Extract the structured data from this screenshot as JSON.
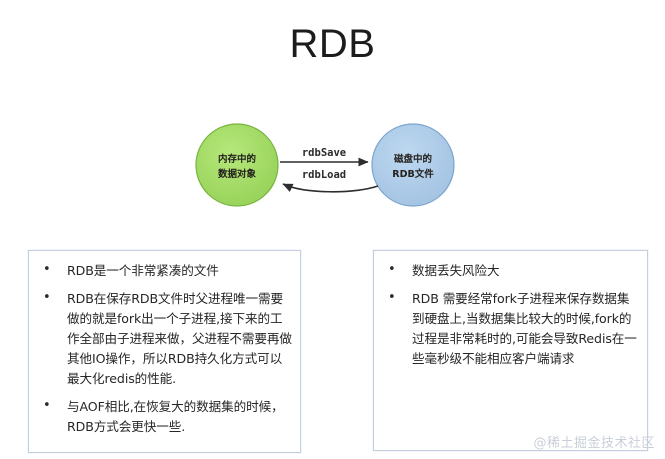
{
  "page": {
    "title": "RDB",
    "watermark": "@稀土掘金技术社区"
  },
  "diagram": {
    "nodes": [
      {
        "id": "memory",
        "line1": "内存中的",
        "line2": "数据对象",
        "color": "#9ed95f",
        "stroke": "#7cb342",
        "shape": "circle"
      },
      {
        "id": "disk",
        "line1": "磁盘中的",
        "line2": "RDB文件",
        "color": "#aac9e8",
        "stroke": "#7ea6cc",
        "shape": "circle"
      }
    ],
    "edges": [
      {
        "id": "save",
        "label": "rdbSave",
        "from": "memory",
        "to": "disk",
        "direction": "right"
      },
      {
        "id": "load",
        "label": "rdbLoad",
        "from": "disk",
        "to": "memory",
        "direction": "left"
      }
    ]
  },
  "advantages": {
    "items": [
      "RDB是一个非常紧凑的文件",
      "RDB在保存RDB文件时父进程唯一需要做的就是fork出一个子进程,接下来的工作全部由子进程来做，父进程不需要再做其他IO操作，所以RDB持久化方式可以最大化redis的性能.",
      "与AOF相比,在恢复大的数据集的时候，RDB方式会更快一些."
    ]
  },
  "disadvantages": {
    "items": [
      "数据丢失风险大",
      "RDB 需要经常fork子进程来保存数据集到硬盘上,当数据集比较大的时候,fork的过程是非常耗时的,可能会导致Redis在一些毫秒级不能相应客户端请求"
    ]
  }
}
